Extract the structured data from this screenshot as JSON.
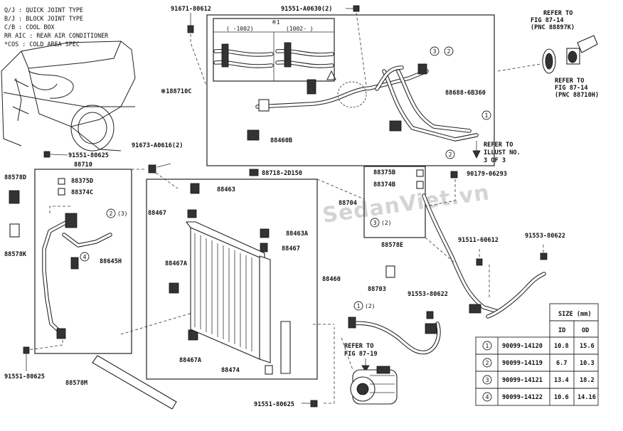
{
  "legend": [
    "Q/J  : QUICK JOINT TYPE",
    "B/J  : BLOCK JOINT TYPE",
    "C/B  : COOL BOX",
    "RR AIC : REAR AIR CONDITIONER",
    "*COS : COLD AREA SPEC"
  ],
  "inset": {
    "mark": "※1",
    "col_left": "(    -1002)",
    "col_right": "(1002-    )"
  },
  "labels": {
    "p91671": "91671-80612",
    "p91551_a0630": "91551-A0630(2)",
    "p188710c": "※188710C",
    "p88460b": "88460B",
    "p88688": "88688-6B360",
    "refer_illust_1": "REFER TO",
    "refer_illust_2": "ILLUST NO.",
    "refer_illust_3": "3 OF 3",
    "refer_8714a_1": "REFER TO",
    "refer_8714a_2": "FIG 87-14",
    "refer_8714a_3": "(PNC 88897K)",
    "refer_8714b_1": "REFER TO",
    "refer_8714b_2": "FIG 87-14",
    "refer_8714b_3": "(PNC 88710H)",
    "p91551_80625_top": "91551-80625",
    "p88710": "88710",
    "p88375d": "88375D",
    "p88374c": "88374C",
    "p88578d": "88578D",
    "p88578k": "88578K",
    "p88645h": "88645H",
    "c2_left_qty": "(3)",
    "p91551_80625_bot": "91551-80625",
    "p88578m": "88578M",
    "p91673": "91673-A0616(2)",
    "p88718": "88718-2D150",
    "p88463": "88463",
    "p88467_a": "88467",
    "p88463a": "88463A",
    "p88467_b": "88467",
    "p88467a_top": "88467A",
    "p88460": "88460",
    "p88467a_bot": "88467A",
    "p88474": "88474",
    "p91551_80625_mid": "91551-80625",
    "p88375b": "88375B",
    "p88374b": "88374B",
    "p88704": "88704",
    "c3_qty": "(2)",
    "p90179": "90179-06293",
    "p88578e": "88578E",
    "p91511": "91511-60612",
    "p91553_a": "91553-80622",
    "p88703": "88703",
    "c1_qty": "(2)",
    "p91553_b": "91553-80622",
    "refer_8719_1": "REFER TO",
    "refer_8719_2": "FIG 87-19",
    "watermark": "SedanViet.vn"
  },
  "circles": {
    "n1": "1",
    "n2": "2",
    "n3": "3",
    "n4": "4"
  },
  "size_table": {
    "title": "SIZE (mm)",
    "col_id": "ID",
    "col_od": "OD",
    "rows": [
      {
        "no": "1",
        "part": "90099-14120",
        "id": "10.8",
        "od": "15.6"
      },
      {
        "no": "2",
        "part": "90099-14119",
        "id": "6.7",
        "od": "10.3"
      },
      {
        "no": "3",
        "part": "90099-14121",
        "id": "13.4",
        "od": "18.2"
      },
      {
        "no": "4",
        "part": "90099-14122",
        "id": "10.6",
        "od": "14.16"
      }
    ]
  }
}
